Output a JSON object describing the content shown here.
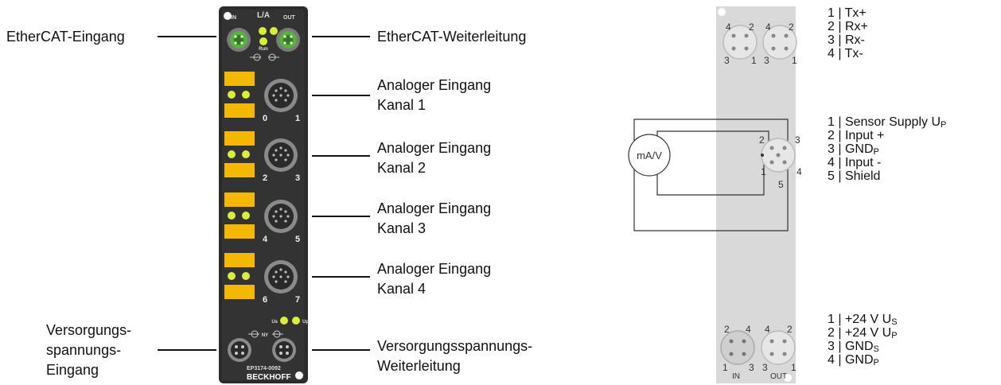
{
  "left_labels": {
    "ethercat_in": "EtherCAT-Eingang",
    "ethercat_out": "EtherCAT-Weiterleitung",
    "channels": [
      {
        "line1": "Analoger Eingang",
        "line2": "Kanal 1"
      },
      {
        "line1": "Analoger Eingang",
        "line2": "Kanal 2"
      },
      {
        "line1": "Analoger Eingang",
        "line2": "Kanal 3"
      },
      {
        "line1": "Analoger Eingang",
        "line2": "Kanal 4"
      }
    ],
    "supply_in": [
      "Versorgungs-",
      "spannungs-",
      "Eingang"
    ],
    "supply_out": [
      "Versorgungsspannungs-",
      "Weiterleitung"
    ]
  },
  "module": {
    "top_label": "L/A",
    "in_label": "IN",
    "out_label": "OUT",
    "run_label": "Run",
    "channel_numbers": [
      "0",
      "1",
      "2",
      "3",
      "4",
      "5",
      "6",
      "7"
    ],
    "us_label": "Us",
    "up_label": "Up",
    "ny_label": "NY",
    "model": "EP3174-0092",
    "brand": "BECKHOFF"
  },
  "diagram": {
    "sensor_label": "mA/V",
    "top_connector_pins": [
      "4",
      "2",
      "3",
      "1",
      "4",
      "2",
      "3",
      "1"
    ],
    "analog_connector_pins": [
      "2",
      "3",
      "1",
      "4",
      "5"
    ],
    "bottom_connector_pins": [
      "2",
      "4",
      "1",
      "3",
      "4",
      "2",
      "3",
      "1"
    ],
    "bottom_in": "IN",
    "bottom_out": "OUT"
  },
  "pinouts": {
    "ethercat": [
      "1 | Tx+",
      "2 | Rx+",
      "3 | Rx-",
      "4 | Tx-"
    ],
    "analog": [
      {
        "text": "1 | Sensor Supply U",
        "sub": "P"
      },
      {
        "text": "2 | Input +",
        "sub": ""
      },
      {
        "text": "3 | GND",
        "sub": "P"
      },
      {
        "text": "4 | Input -",
        "sub": ""
      },
      {
        "text": "5 | Shield",
        "sub": ""
      }
    ],
    "supply": [
      {
        "text": "1 | +24 V U",
        "sub": "S"
      },
      {
        "text": "2 | +24 V U",
        "sub": "P"
      },
      {
        "text": "3 | GND",
        "sub": "S"
      },
      {
        "text": "4 | GND",
        "sub": "P"
      }
    ]
  }
}
